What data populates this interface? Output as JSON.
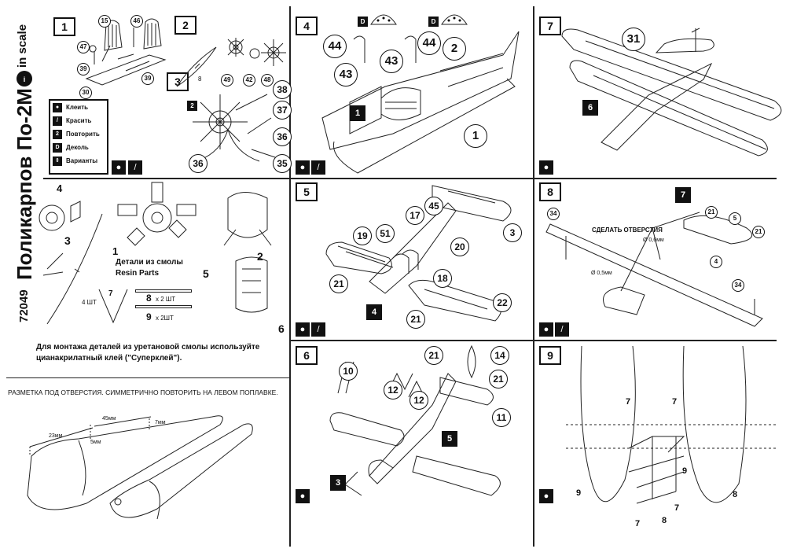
{
  "header": {
    "kit_number": "72049",
    "title": "Поликарпов По-2М",
    "brand": "in scale"
  },
  "legend": {
    "items": [
      {
        "icon": "glue-drop-icon",
        "label": "Клеить"
      },
      {
        "icon": "paint-brush-icon",
        "label": "Красить"
      },
      {
        "icon": "repeat-square-icon",
        "label": "Повторить"
      },
      {
        "icon": "decal-icon",
        "label": "Деколь"
      },
      {
        "icon": "variants-arrow-icon",
        "label": "Варианты"
      }
    ]
  },
  "steps": {
    "s1": "1",
    "s2": "2",
    "s3": "3",
    "s4": "4",
    "s5": "5",
    "s6": "6",
    "s7": "7",
    "s8": "8",
    "s9": "9"
  },
  "step1": {
    "labels": [
      "15",
      "46",
      "47",
      "39",
      "39",
      "30",
      "48",
      "49",
      "42",
      "8"
    ],
    "repeat_mark": "2",
    "engine_labels": [
      "38",
      "37",
      "36",
      "36",
      "35"
    ]
  },
  "resin": {
    "labels": [
      "4",
      "3",
      "1",
      "2",
      "5",
      "6"
    ],
    "title_ru": "Детали из смолы",
    "title_en": "Resin Parts",
    "v_part": "7",
    "v_count": "4 ШТ",
    "part8": "8",
    "part8_count": "х 2 ШТ",
    "part9": "9",
    "part9_count": "х 2ШТ"
  },
  "note": {
    "line1": "Для монтажа деталей из уретановой смолы используйте",
    "line2": "цианакрилатный клей (\"Суперклей\")."
  },
  "float_marking": {
    "title": "РАЗМЕТКА ПОД ОТВЕРСТИЯ. СИММЕТРИЧНО ПОВТОРИТЬ НА ЛЕВОМ ПОПЛАВКЕ.",
    "d1": "45мм",
    "d2": "7мм",
    "d3": "23мм",
    "d4": "5мм"
  },
  "step4": {
    "labels": [
      "44",
      "44",
      "43",
      "43",
      "2",
      "1"
    ],
    "block": "1",
    "decal1": "D",
    "decal2": "D"
  },
  "step5": {
    "labels": [
      "45",
      "17",
      "19",
      "51",
      "20",
      "18",
      "21",
      "21",
      "22",
      "3"
    ],
    "block": "4"
  },
  "step6": {
    "labels": [
      "21",
      "14",
      "10",
      "12",
      "12",
      "21",
      "11"
    ],
    "block5": "5",
    "block3": "3"
  },
  "step7": {
    "labels": [
      "31"
    ],
    "block": "6"
  },
  "step8": {
    "labels": [
      "21",
      "5",
      "21",
      "34",
      "4",
      "34"
    ],
    "block": "7",
    "holes": "СДЕЛАТЬ ОТВЕРСТИЯ",
    "d06": "Ø 0,6мм",
    "d05": "Ø 0,5мм"
  },
  "step9": {
    "labels": [
      "7",
      "7",
      "9",
      "8",
      "9",
      "8",
      "7",
      "7"
    ]
  }
}
